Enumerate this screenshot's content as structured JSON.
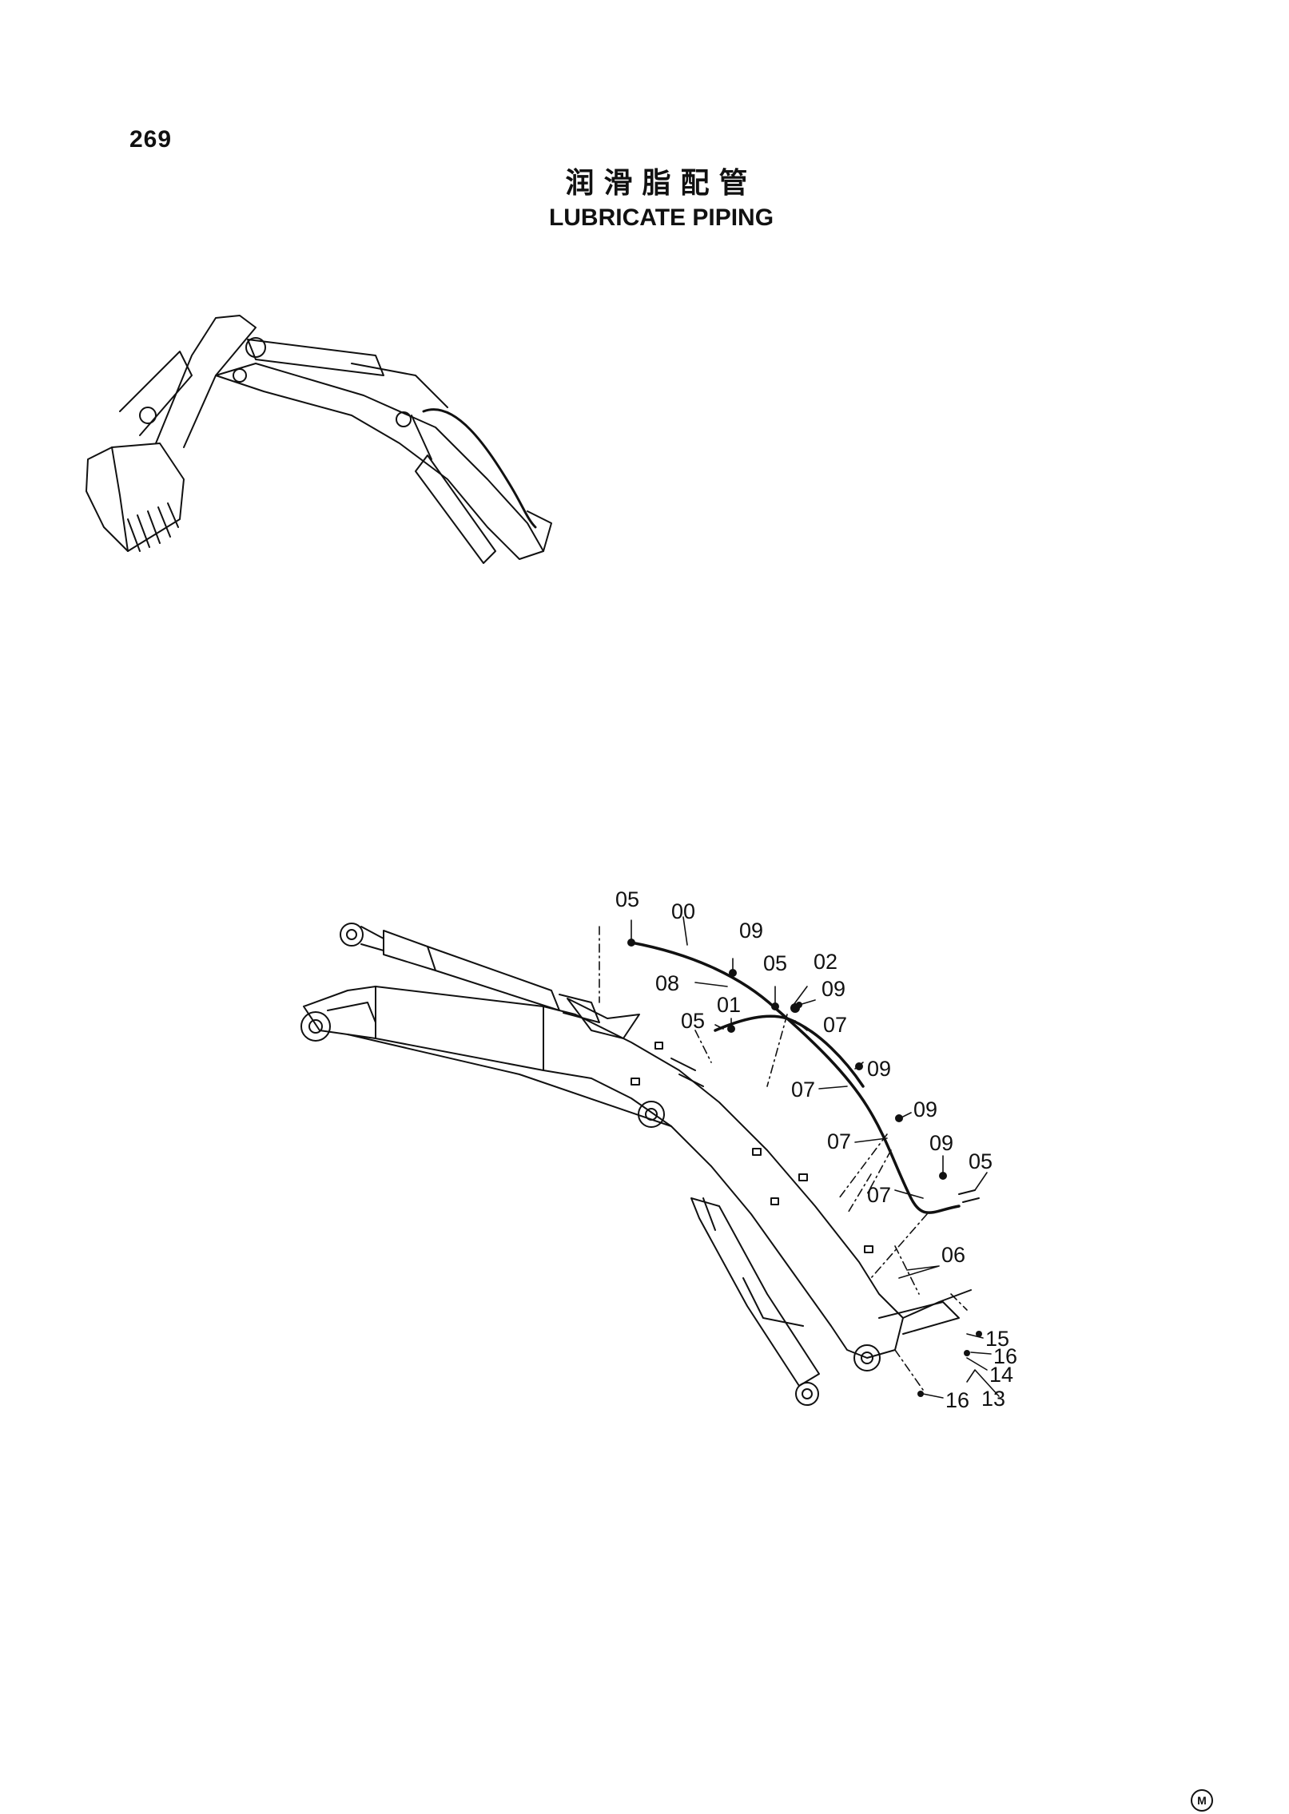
{
  "page": {
    "number": "269",
    "title_cn": "润滑脂配管",
    "title_en": "LUBRICATE PIPING",
    "mark": "M"
  },
  "callouts": [
    {
      "id": "c05a",
      "text": "05"
    },
    {
      "id": "c00",
      "text": "00"
    },
    {
      "id": "c09a",
      "text": "09"
    },
    {
      "id": "c05b",
      "text": "05"
    },
    {
      "id": "c02",
      "text": "02"
    },
    {
      "id": "c08",
      "text": "08"
    },
    {
      "id": "c09b",
      "text": "09"
    },
    {
      "id": "c01",
      "text": "01"
    },
    {
      "id": "c05c",
      "text": "05"
    },
    {
      "id": "c07a",
      "text": "07"
    },
    {
      "id": "c09c",
      "text": "09"
    },
    {
      "id": "c07b",
      "text": "07"
    },
    {
      "id": "c09d",
      "text": "09"
    },
    {
      "id": "c07c",
      "text": "07"
    },
    {
      "id": "c09e",
      "text": "09"
    },
    {
      "id": "c05d",
      "text": "05"
    },
    {
      "id": "c07d",
      "text": "07"
    },
    {
      "id": "c06",
      "text": "06"
    },
    {
      "id": "c15",
      "text": "15"
    },
    {
      "id": "c16a",
      "text": "16"
    },
    {
      "id": "c14",
      "text": "14"
    },
    {
      "id": "c16b",
      "text": "16"
    },
    {
      "id": "c13",
      "text": "13"
    }
  ],
  "colors": {
    "line": "#111111",
    "background": "#ffffff"
  }
}
